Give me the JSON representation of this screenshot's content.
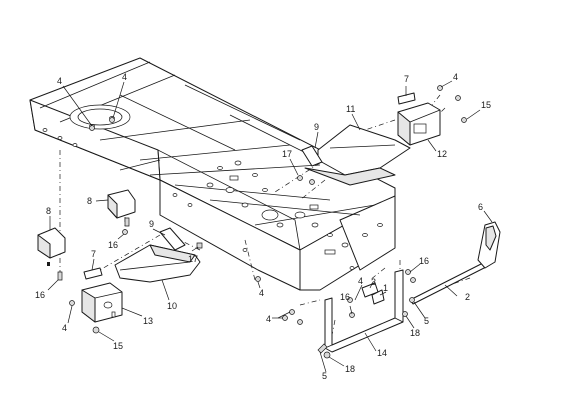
{
  "diagram": {
    "type": "exploded-parts-view",
    "callouts": [
      {
        "id": "c1",
        "label": "4"
      },
      {
        "id": "c2",
        "label": "4"
      },
      {
        "id": "c3",
        "label": "7"
      },
      {
        "id": "c4",
        "label": "4"
      },
      {
        "id": "c5",
        "label": "11"
      },
      {
        "id": "c6",
        "label": "15"
      },
      {
        "id": "c7",
        "label": "9"
      },
      {
        "id": "c8",
        "label": "17"
      },
      {
        "id": "c9",
        "label": "12"
      },
      {
        "id": "c10",
        "label": "8"
      },
      {
        "id": "c11",
        "label": "8"
      },
      {
        "id": "c12",
        "label": "6"
      },
      {
        "id": "c13",
        "label": "9"
      },
      {
        "id": "c14",
        "label": "16"
      },
      {
        "id": "c15",
        "label": "17"
      },
      {
        "id": "c16",
        "label": "7"
      },
      {
        "id": "c17",
        "label": "16"
      },
      {
        "id": "c18",
        "label": "4"
      },
      {
        "id": "c19",
        "label": "10"
      },
      {
        "id": "c20",
        "label": "4"
      },
      {
        "id": "c21",
        "label": "13"
      },
      {
        "id": "c22",
        "label": "15"
      },
      {
        "id": "c23",
        "label": "4"
      },
      {
        "id": "c24",
        "label": "16"
      },
      {
        "id": "c25",
        "label": "3"
      },
      {
        "id": "c26",
        "label": "1"
      },
      {
        "id": "c27",
        "label": "4"
      },
      {
        "id": "c28",
        "label": "16"
      },
      {
        "id": "c29",
        "label": "2"
      },
      {
        "id": "c30",
        "label": "5"
      },
      {
        "id": "c31",
        "label": "18"
      },
      {
        "id": "c32",
        "label": "14"
      },
      {
        "id": "c33",
        "label": "5"
      },
      {
        "id": "c34",
        "label": "18"
      }
    ]
  }
}
